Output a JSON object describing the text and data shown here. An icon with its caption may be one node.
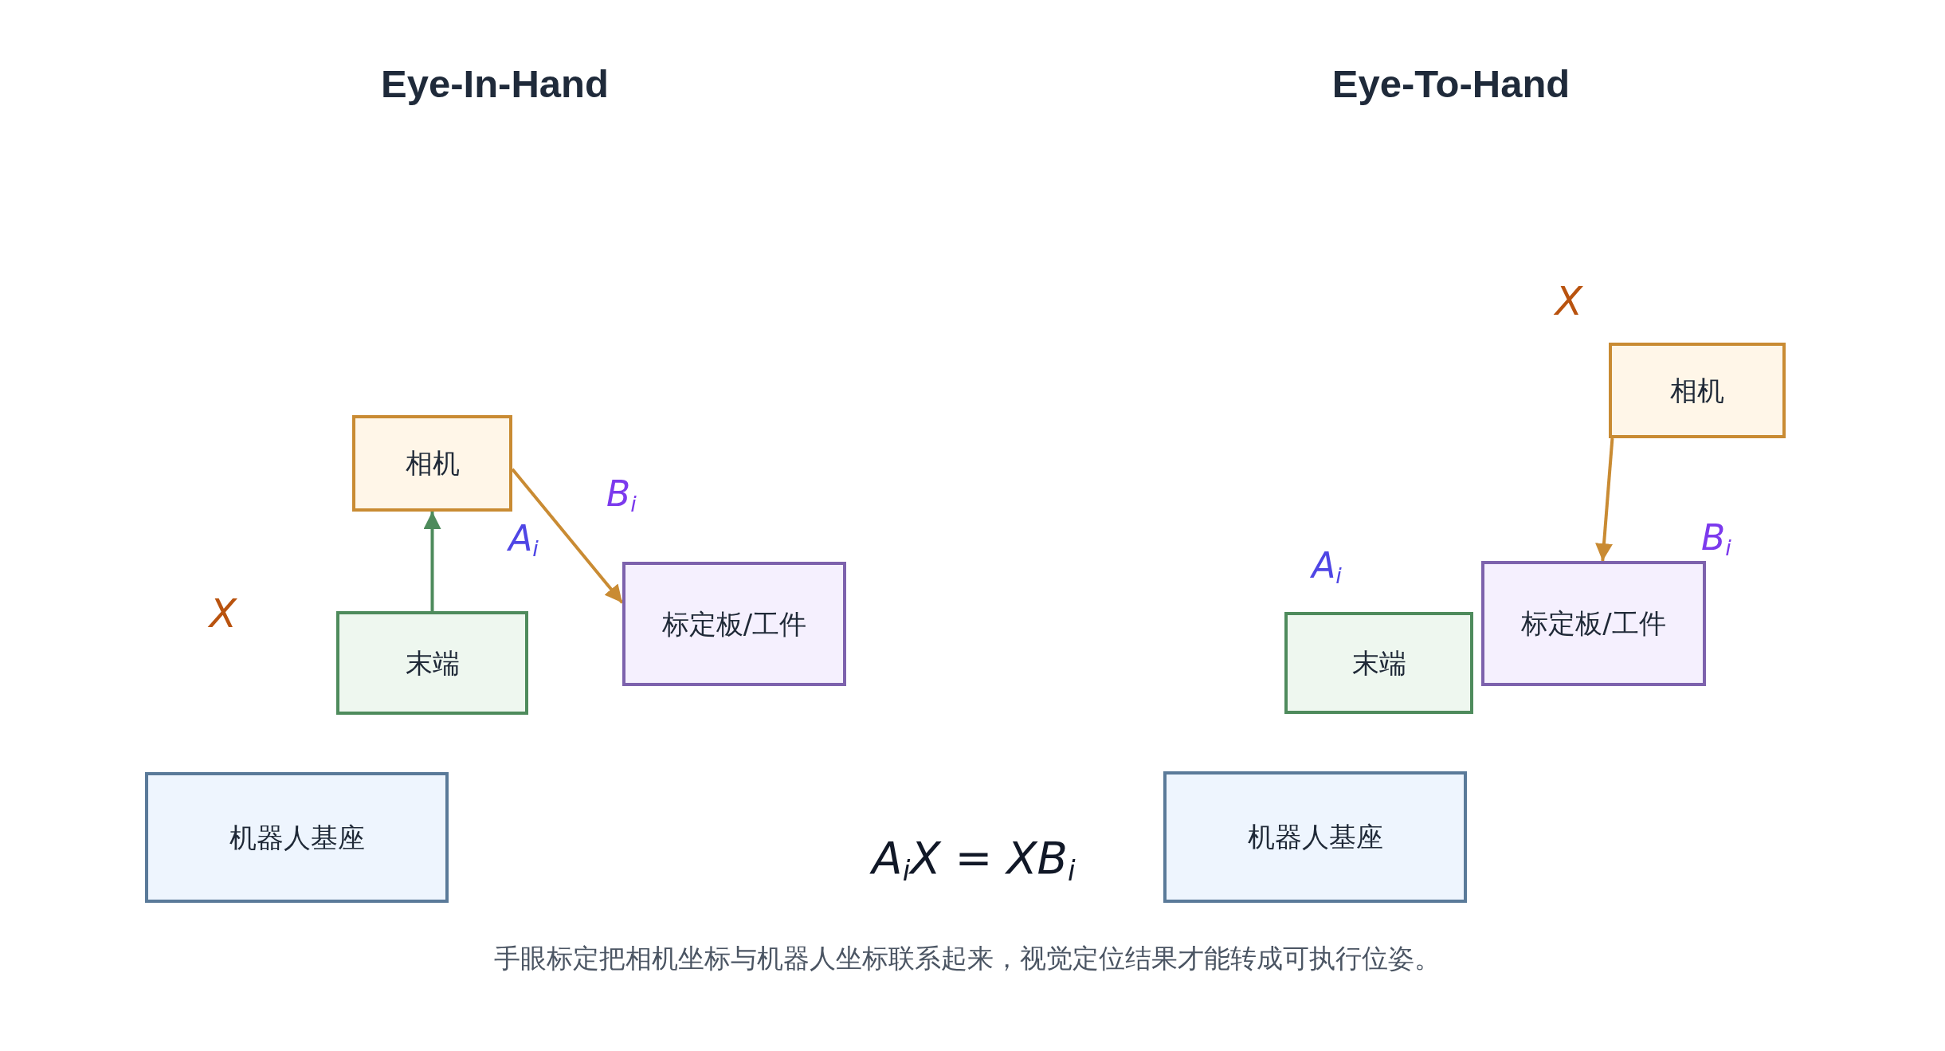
{
  "diagram": {
    "caption": "手眼标定把相机坐标与机器人坐标联系起来，视觉定位结果才能转成可执行位姿。",
    "nodes": [
      {
        "text": [
          "相机"
        ]
      },
      {
        "text": [
          "标定板/工件"
        ]
      },
      {
        "text": [
          "末端"
        ]
      },
      {
        "text": [
          "机器人基座"
        ]
      },
      {
        "text": [
          "相机"
        ]
      },
      {
        "text": [
          "标定板/工件"
        ]
      },
      {
        "text": [
          "末端"
        ]
      },
      {
        "text": [
          "机器人基座"
        ]
      }
    ],
    "edges": [
      {
        "from": 2,
        "to": 0,
        "arrow": "to",
        "color": "#4e8b5c"
      },
      {
        "from": 0,
        "to": 1,
        "arrow": "to"
      },
      {
        "from": 4,
        "to": 5,
        "arrow": "to"
      }
    ],
    "labels": [
      "Eye-In-Hand",
      "Eye-To-Hand",
      "X",
      "B$_{i}$",
      "A$_{i}$",
      "B$_{i}$",
      "A$_{i}$",
      "X",
      "A$_{i}$X = XB$_{i}$"
    ]
  }
}
